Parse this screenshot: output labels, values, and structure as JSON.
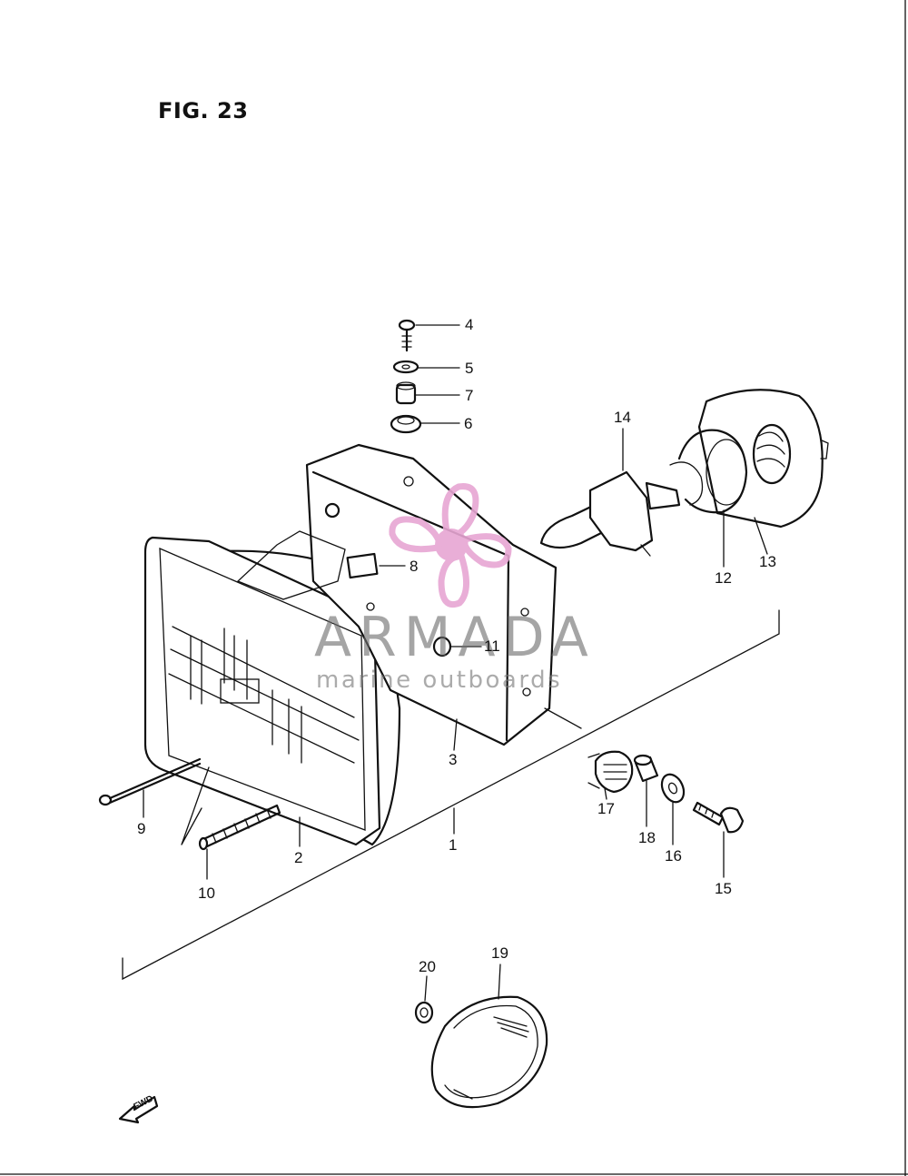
{
  "figure": {
    "title": "FIG. 23"
  },
  "callouts": [
    {
      "id": "1",
      "label": "1"
    },
    {
      "id": "2",
      "label": "2"
    },
    {
      "id": "3",
      "label": "3"
    },
    {
      "id": "4",
      "label": "4"
    },
    {
      "id": "5",
      "label": "5"
    },
    {
      "id": "6",
      "label": "6"
    },
    {
      "id": "7",
      "label": "7"
    },
    {
      "id": "8",
      "label": "8"
    },
    {
      "id": "9",
      "label": "9"
    },
    {
      "id": "10",
      "label": "10"
    },
    {
      "id": "11",
      "label": "11"
    },
    {
      "id": "12",
      "label": "12"
    },
    {
      "id": "13",
      "label": "13"
    },
    {
      "id": "14",
      "label": "14"
    },
    {
      "id": "15",
      "label": "15"
    },
    {
      "id": "16",
      "label": "16"
    },
    {
      "id": "17",
      "label": "17"
    },
    {
      "id": "18",
      "label": "18"
    },
    {
      "id": "19",
      "label": "19"
    },
    {
      "id": "20",
      "label": "20"
    }
  ],
  "direction_marker": {
    "text": "FWD",
    "icon": "forward-arrow-icon"
  },
  "watermark": {
    "brand": "ARMADA",
    "tagline": "marine outboards",
    "logo_icon": "propeller-logo-icon",
    "logo_color": "#e7a6d3",
    "text_color": "#6e6e6e"
  }
}
